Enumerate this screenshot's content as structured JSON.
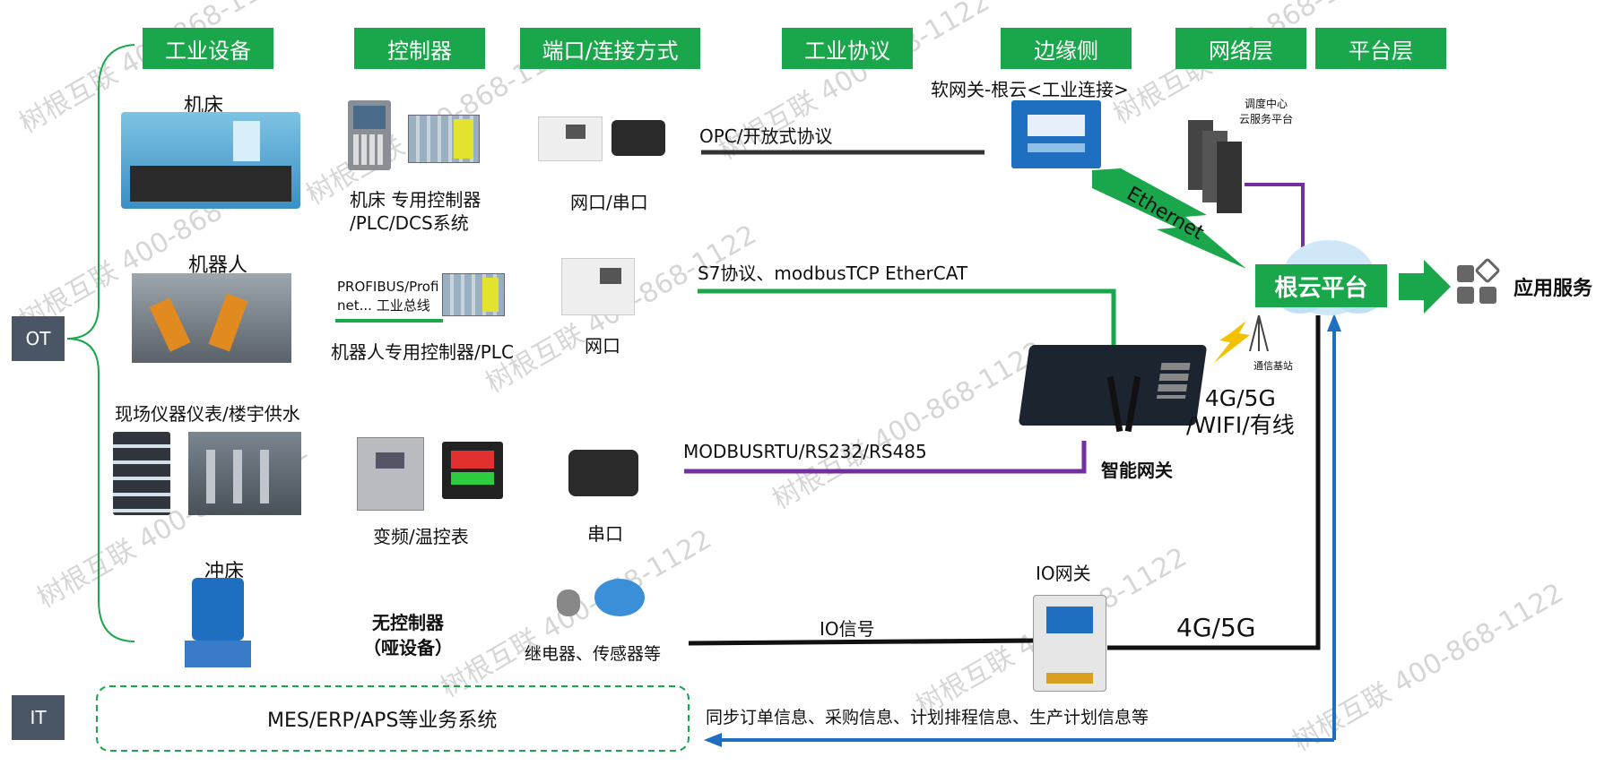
{
  "headers": [
    "工业设备",
    "控制器",
    "端口/连接方式",
    "工业协议",
    "边缘侧",
    "网络层",
    "平台层"
  ],
  "side_labels": {
    "ot": "OT",
    "it": "IT"
  },
  "devices": {
    "machine_tool": "机床",
    "robot": "机器人",
    "instruments": "现场仪器仪表/楼宇供水",
    "press": "冲床"
  },
  "controllers": {
    "row1": "机床 专用控制器\n/PLC/DCS系统",
    "profibus": "PROFIBUS/Profi\nnet... 工业总线",
    "row2": "机器人专用控制器/PLC",
    "row3": "变频/温控表",
    "row4": "无控制器\n（哑设备）"
  },
  "ports": {
    "row1": "网口/串口",
    "row2": "网口",
    "row3": "串口",
    "row4": "继电器、传感器等"
  },
  "protocols": {
    "row1": "OPC/开放式协议",
    "row2": "S7协议、modbusTCP  EtherCAT",
    "row3": "MODBUSRTU/RS232/RS485",
    "row4": "IO信号"
  },
  "edge": {
    "soft_gateway": "软网关-根云<工业连接>",
    "smart_gateway": "智能网关",
    "io_gateway": "IO网关",
    "ethernet": "Ethernet",
    "wireless": "4G/5G\n/WIFI/有线",
    "io_link": "4G/5G",
    "base_station": "通信基站"
  },
  "cloud": {
    "dispatch": "调度中心\n云服务平台",
    "platform": "根云平台",
    "app_service": "应用服务"
  },
  "it": {
    "systems": "MES/ERP/APS等业务系统",
    "sync": "同步订单信息、采购信息、计划排程信息、生产计划信息等"
  },
  "watermark": "树根互联 400-868-1122",
  "colors": {
    "green": "#1aa64a",
    "purple": "#7030a0",
    "blue": "#1f6fc0",
    "slate": "#4a5566",
    "black": "#222222"
  }
}
